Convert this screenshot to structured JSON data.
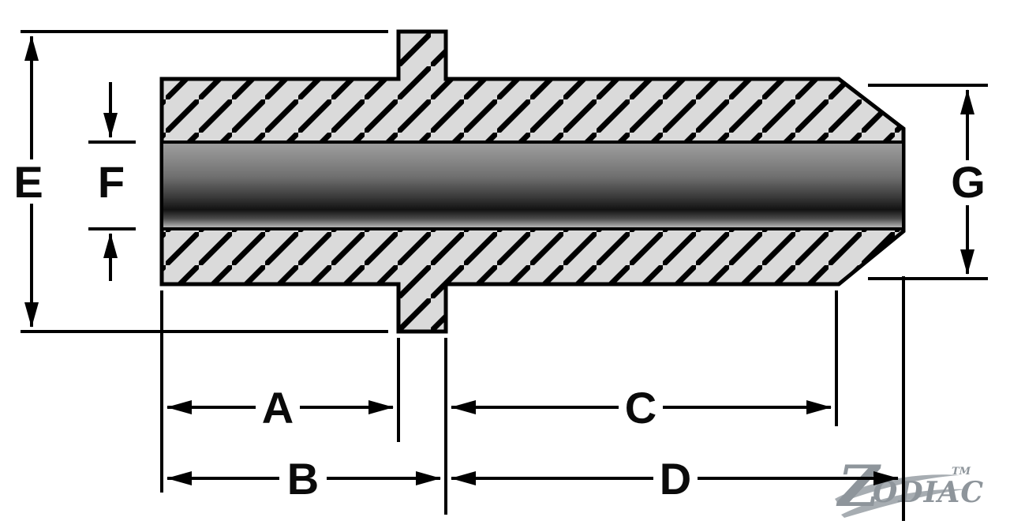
{
  "diagram": {
    "type": "technical-cross-section-drawing",
    "dimension_labels": {
      "A": "A",
      "B": "B",
      "C": "C",
      "D": "D",
      "E": "E",
      "F": "F",
      "G": "G"
    }
  },
  "logo": {
    "z": "Z",
    "rest": "ODIAC",
    "tm": "TM"
  },
  "colors": {
    "line": "#000000",
    "hatch_fill": "#dadada",
    "background": "#ffffff",
    "logo_gray": "#8e959b"
  }
}
